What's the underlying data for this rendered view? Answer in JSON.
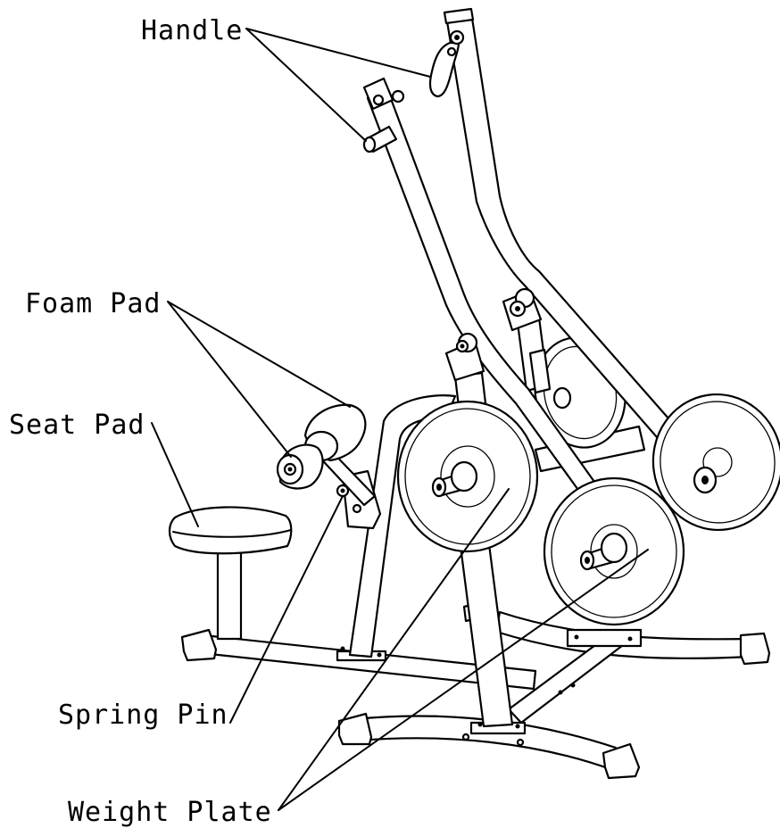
{
  "labels": {
    "handle": "Handle",
    "foam_pad": "Foam Pad",
    "seat_pad": "Seat Pad",
    "spring_pin": "Spring Pin",
    "weight_plate": "Weight Plate"
  },
  "colors": {
    "ink": "#000000",
    "paper": "#ffffff"
  }
}
